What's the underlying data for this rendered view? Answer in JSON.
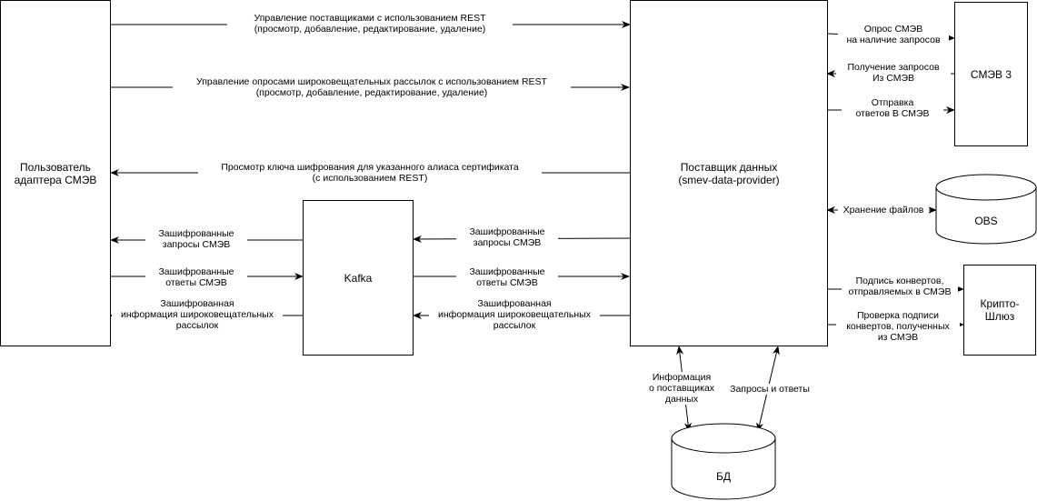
{
  "nodes": {
    "user": "Пользователь\nадаптера СМЭВ",
    "provider": "Поставщик данных\n(smev-data-provider)",
    "kafka": "Kafka",
    "smev3": "СМЭВ 3",
    "obs": "OBS",
    "crypto": "Крипто-\nШлюз",
    "db": "БД"
  },
  "edges": {
    "rest_suppliers": "Управление поставщиками с использованием REST\n(просмотр, добавление, редактирование, удаление)",
    "rest_polls": "Управление опросами широковещательных рассылок с использованием REST\n(просмотр, добавление, редактирование, удаление)",
    "rest_key": "Просмотр ключа шифрования для указанного алиаса сертификата\n(с использованием REST)",
    "k_req_left": "Зашифрованные\nзапросы СМЭВ",
    "k_resp_left": "Зашифрованные\nответы СМЭВ",
    "k_info_left": "Зашифрованная\nинформация широковещательных\nрассылок",
    "k_req_right": "Зашифрованные\nзапросы СМЭВ",
    "k_resp_right": "Зашифрованные\nответы СМЭВ",
    "k_info_right": "Зашифрованная\nинформация широковещательных\nрассылок",
    "smev_poll": "Опрос СМЭВ\nна наличие запросов",
    "smev_get": "Получение запросов\nИз СМЭВ",
    "smev_send": "Отправка\nответов В СМЭВ",
    "obs_store": "Хранение файлов",
    "crypto_sign": "Подпись конвертов,\nотправляемых в СМЭВ",
    "crypto_verify": "Проверка подписи\nконвертов, полученных\nиз СМЭВ",
    "db_info": "Информация\nо поставщиках\nданных",
    "db_qa": "Запросы и ответы"
  }
}
